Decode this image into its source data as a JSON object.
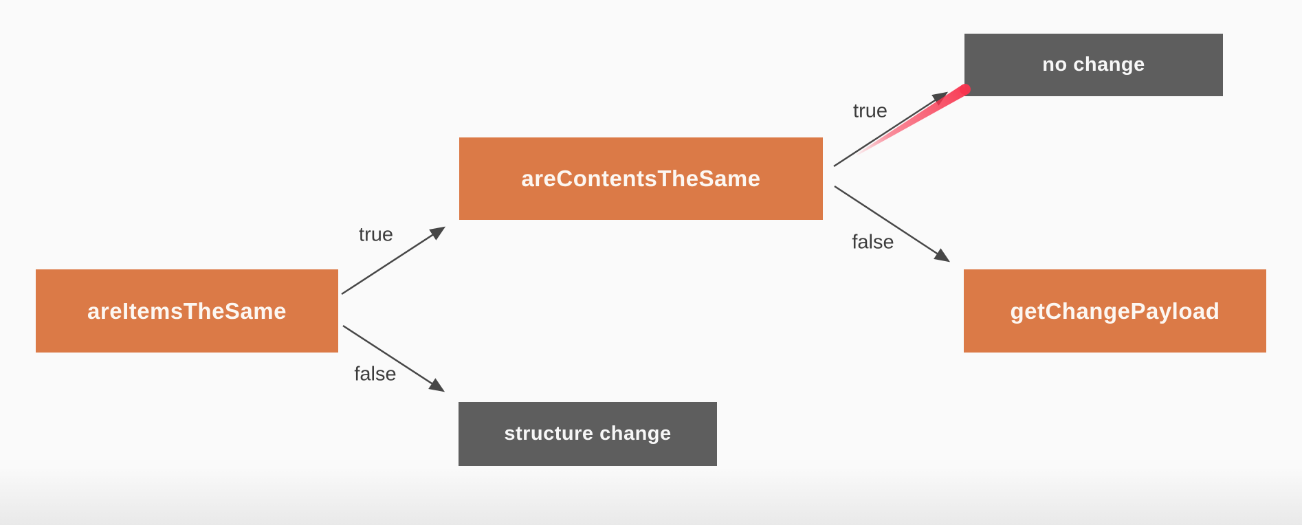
{
  "diagram": {
    "kind": "flowchart",
    "nodes": [
      {
        "id": "areItemsTheSame",
        "label": "areItemsTheSame",
        "type": "method"
      },
      {
        "id": "areContentsTheSame",
        "label": "areContentsTheSame",
        "type": "method"
      },
      {
        "id": "noChange",
        "label": "no change",
        "type": "outcome"
      },
      {
        "id": "getChangePayload",
        "label": "getChangePayload",
        "type": "method"
      },
      {
        "id": "structureChange",
        "label": "structure change",
        "type": "outcome"
      }
    ],
    "edges": [
      {
        "from": "areItemsTheSame",
        "to": "areContentsTheSame",
        "label": "true"
      },
      {
        "from": "areItemsTheSame",
        "to": "structureChange",
        "label": "false"
      },
      {
        "from": "areContentsTheSame",
        "to": "noChange",
        "label": "true",
        "highlighted": true
      },
      {
        "from": "areContentsTheSame",
        "to": "getChangePayload",
        "label": "false"
      }
    ],
    "colors": {
      "method_box": "#db7a47",
      "outcome_box": "#5e5e5e",
      "box_text": "#fcf7f2",
      "arrow": "#474747",
      "edge_label_text": "#3c3c3c",
      "highlight_annotation": "#f8344e",
      "background": "#fafafa"
    }
  }
}
